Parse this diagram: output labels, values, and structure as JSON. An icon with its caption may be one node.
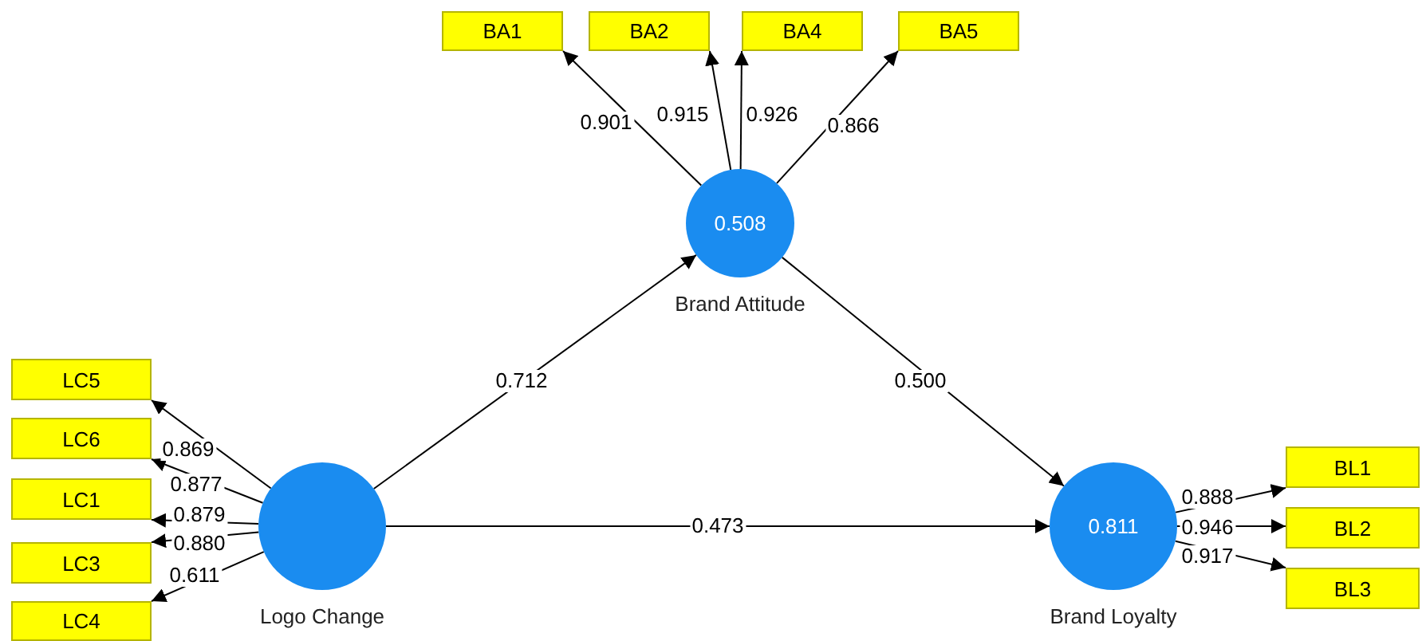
{
  "diagram": {
    "nodes": [
      {
        "text": [
          "BA1"
        ]
      },
      {
        "text": [
          "BA2"
        ]
      },
      {
        "text": [
          "BA4"
        ]
      },
      {
        "text": [
          "BA5"
        ]
      },
      {
        "text": [
          "0.508",
          "Brand Attitude"
        ]
      },
      {
        "text": [
          "LC5"
        ]
      },
      {
        "text": [
          "LC6"
        ]
      },
      {
        "text": [
          "LC1"
        ]
      },
      {
        "text": [
          "LC3"
        ]
      },
      {
        "text": [
          "LC4"
        ]
      },
      {
        "text": [
          "Logo Change"
        ]
      },
      {
        "text": [
          "0.811",
          "Brand Loyalty"
        ]
      },
      {
        "text": [
          "BL1"
        ]
      },
      {
        "text": [
          "BL2"
        ]
      },
      {
        "text": [
          "BL3"
        ]
      }
    ],
    "edges": [
      {
        "from": 4,
        "to": 0,
        "arrow": "to",
        "label": "0.901"
      },
      {
        "from": 4,
        "to": 1,
        "arrow": "to",
        "label": "0.915"
      },
      {
        "from": 4,
        "to": 2,
        "arrow": "to",
        "label": "0.926"
      },
      {
        "from": 4,
        "to": 3,
        "arrow": "to",
        "label": "0.866"
      },
      {
        "from": 10,
        "to": 5,
        "arrow": "to",
        "label": "0.869"
      },
      {
        "from": 10,
        "to": 6,
        "arrow": "to",
        "label": "0.877"
      },
      {
        "from": 10,
        "to": 7,
        "arrow": "to",
        "label": "0.879"
      },
      {
        "from": 10,
        "to": 8,
        "arrow": "to",
        "label": "0.880"
      },
      {
        "from": 10,
        "to": 9,
        "arrow": "to",
        "label": "0.611"
      },
      {
        "from": 10,
        "to": 4,
        "arrow": "to",
        "label": "0.712"
      },
      {
        "from": 4,
        "to": 11,
        "arrow": "to",
        "label": "0.500"
      },
      {
        "from": 10,
        "to": 11,
        "arrow": "to",
        "label": "0.473"
      },
      {
        "from": 11,
        "to": 12,
        "arrow": "to",
        "label": "0.888"
      },
      {
        "from": 11,
        "to": 13,
        "arrow": "to",
        "label": "0.946"
      },
      {
        "from": 11,
        "to": 14,
        "arrow": "to",
        "label": "0.917"
      }
    ]
  }
}
